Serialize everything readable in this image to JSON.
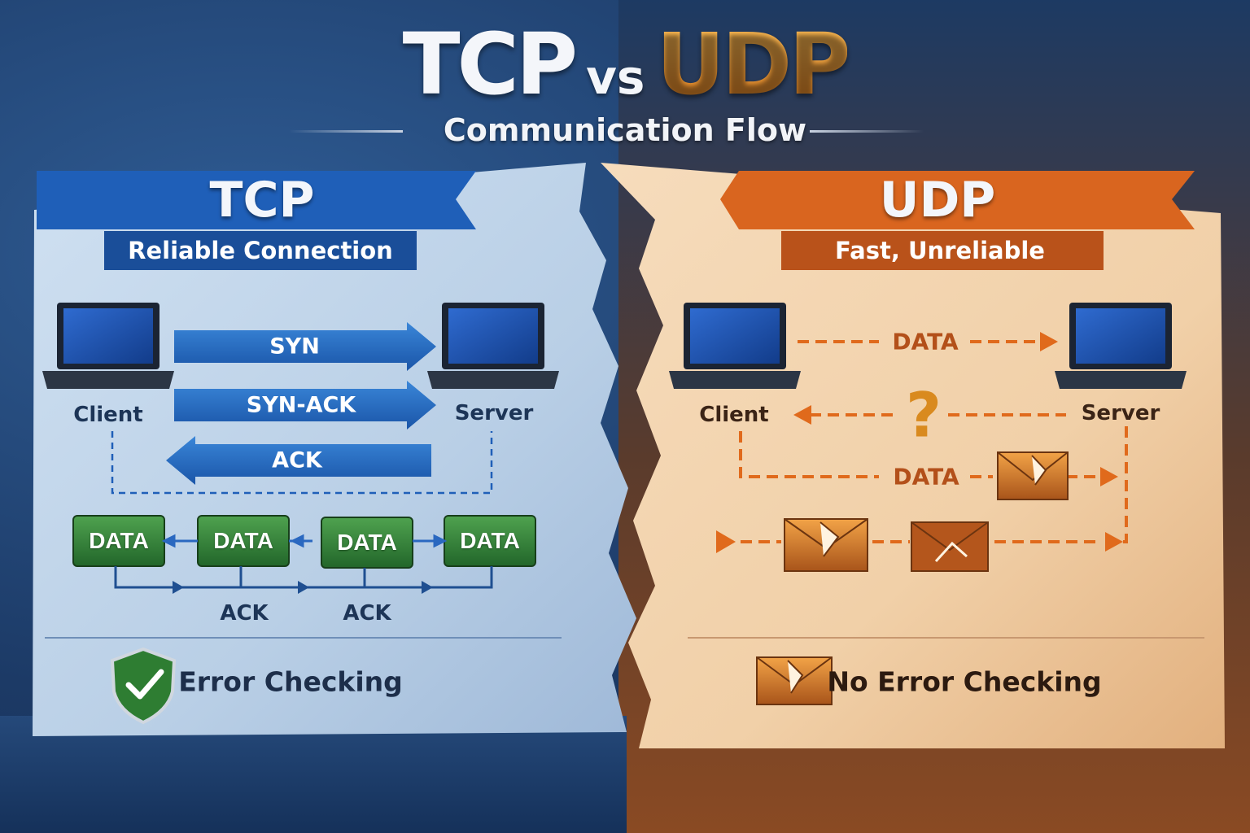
{
  "header": {
    "title_left": "TCP",
    "title_mid": "vs",
    "title_right": "UDP",
    "subtitle": "Communication Flow"
  },
  "tcp": {
    "banner": "TCP",
    "ribbon": "Reliable Connection",
    "client_label": "Client",
    "server_label": "Server",
    "handshake": [
      "SYN",
      "SYN-ACK",
      "ACK"
    ],
    "data_blocks": [
      "DATA",
      "DATA",
      "DATA",
      "DATA"
    ],
    "ack_labels": [
      "ACK",
      "ACK"
    ],
    "footer": "Error Checking",
    "footer_icon": "shield-check-icon"
  },
  "udp": {
    "banner": "UDP",
    "ribbon": "Fast, Unreliable",
    "client_label": "Client",
    "server_label": "Server",
    "data_label_1": "DATA",
    "question_mark": "?",
    "data_label_2": "DATA",
    "footer": "No Error Checking",
    "footer_icon": "broken-envelope-icon"
  },
  "colors": {
    "tcp_blue": "#1f5fb8",
    "udp_orange": "#d9651f",
    "data_green": "#2e7d32",
    "title_orange": "#f0a030"
  }
}
